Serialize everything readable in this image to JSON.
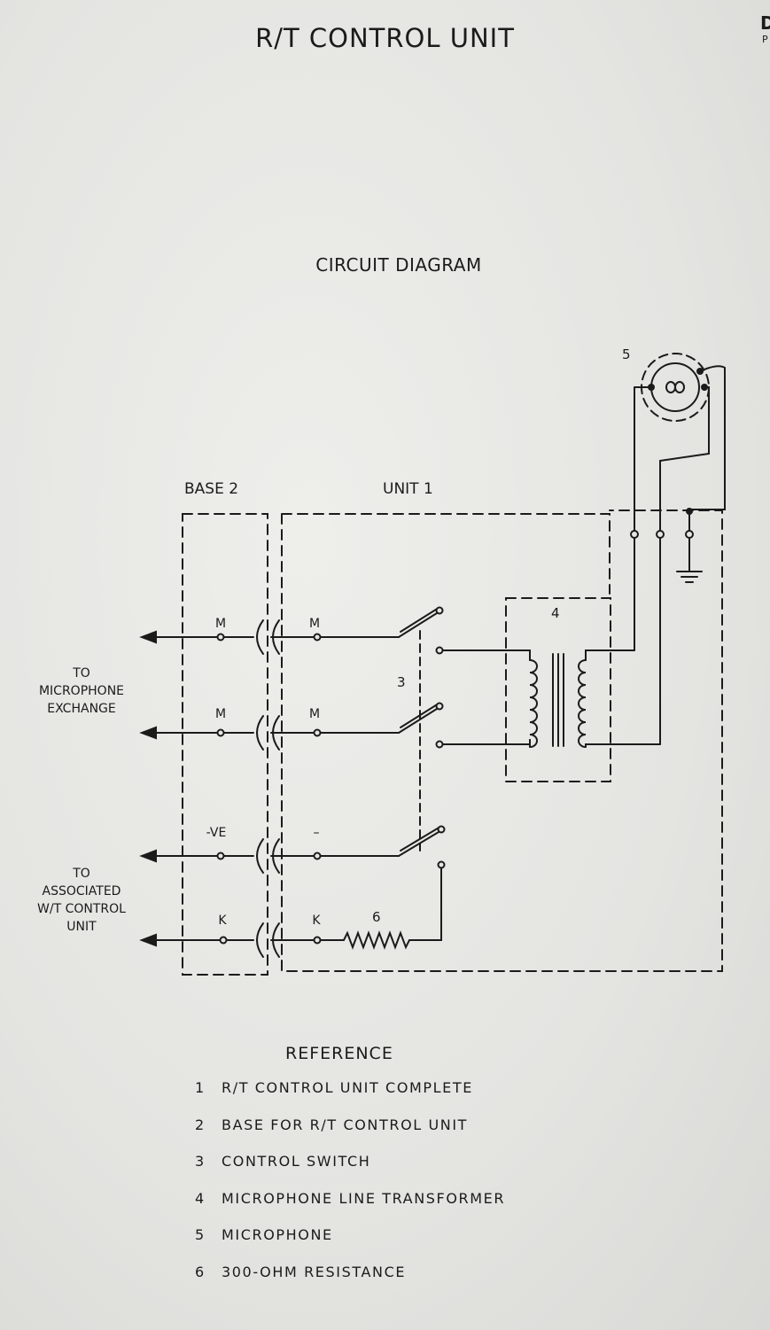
{
  "page": {
    "title": "R/T CONTROL UNIT",
    "corner_letter": "D",
    "corner_small": "P"
  },
  "diagram": {
    "title": "CIRCUIT DIAGRAM",
    "block_labels": {
      "base": "BASE 2",
      "unit": "UNIT 1"
    },
    "component_numbers": {
      "switch": "3",
      "transformer": "4",
      "microphone": "5",
      "resistor": "6"
    },
    "terminal_labels": {
      "base": [
        "M",
        "M",
        "-VE",
        "K"
      ],
      "unit": [
        "M",
        "M",
        "–",
        "K"
      ]
    },
    "side_labels": {
      "microphone_exchange": [
        "TO",
        "MICROPHONE",
        "EXCHANGE"
      ],
      "associated_wt": [
        "TO",
        "ASSOCIATED",
        "W/T CONTROL",
        "UNIT"
      ]
    }
  },
  "reference": {
    "title": "REFERENCE",
    "items": [
      {
        "num": "1",
        "text": "R/T CONTROL UNIT COMPLETE"
      },
      {
        "num": "2",
        "text": "BASE FOR R/T CONTROL UNIT"
      },
      {
        "num": "3",
        "text": "CONTROL SWITCH"
      },
      {
        "num": "4",
        "text": "MICROPHONE LINE TRANSFORMER"
      },
      {
        "num": "5",
        "text": "MICROPHONE"
      },
      {
        "num": "6",
        "text": "300-OHM RESISTANCE"
      }
    ]
  },
  "colors": {
    "ink": "#1b1b1b",
    "paper": "#e6e6e3"
  }
}
